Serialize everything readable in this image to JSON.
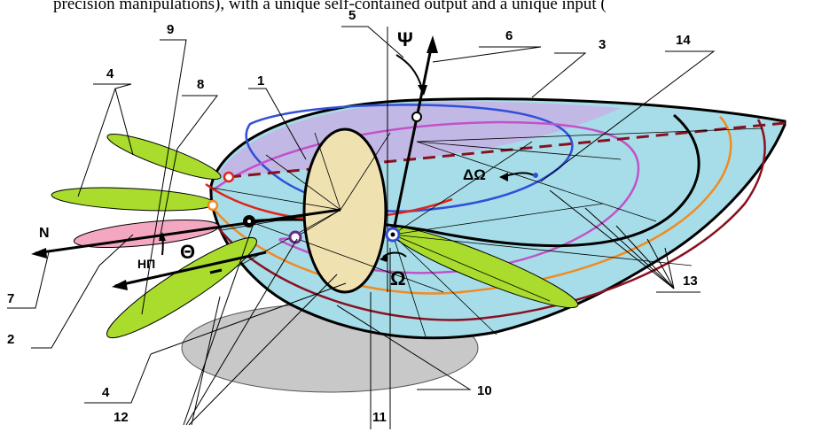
{
  "header": {
    "top_text": "precision manipulations), with a unique self-contained output and a unique input ("
  },
  "labels": {
    "n1": "1",
    "n2": "2",
    "n3": "3",
    "n4a": "4",
    "n4b": "4",
    "n5": "5",
    "n6": "6",
    "n7": "7",
    "n8": "8",
    "n9": "9",
    "n10": "10",
    "n11": "11",
    "n12": "12",
    "n13": "13",
    "n14": "14"
  },
  "symbols": {
    "north": "N",
    "theta": "Θ",
    "horizontal_plane": "НП",
    "psi": "Ψ",
    "delta_omega": "ΔΩ",
    "omega": "Ω"
  },
  "colors": {
    "body_fill": "#a6dde8",
    "top_fill": "#c2b8e6",
    "lobe_green": "#a9dc2c",
    "lobe_pink": "#f4a7c0",
    "disk": "#efe1b0",
    "shadow": "#c8c8c8",
    "red": "#e0241a",
    "darkred": "#8a1020",
    "orange": "#f28a20",
    "magenta": "#c252c8",
    "blue": "#3050d8"
  }
}
